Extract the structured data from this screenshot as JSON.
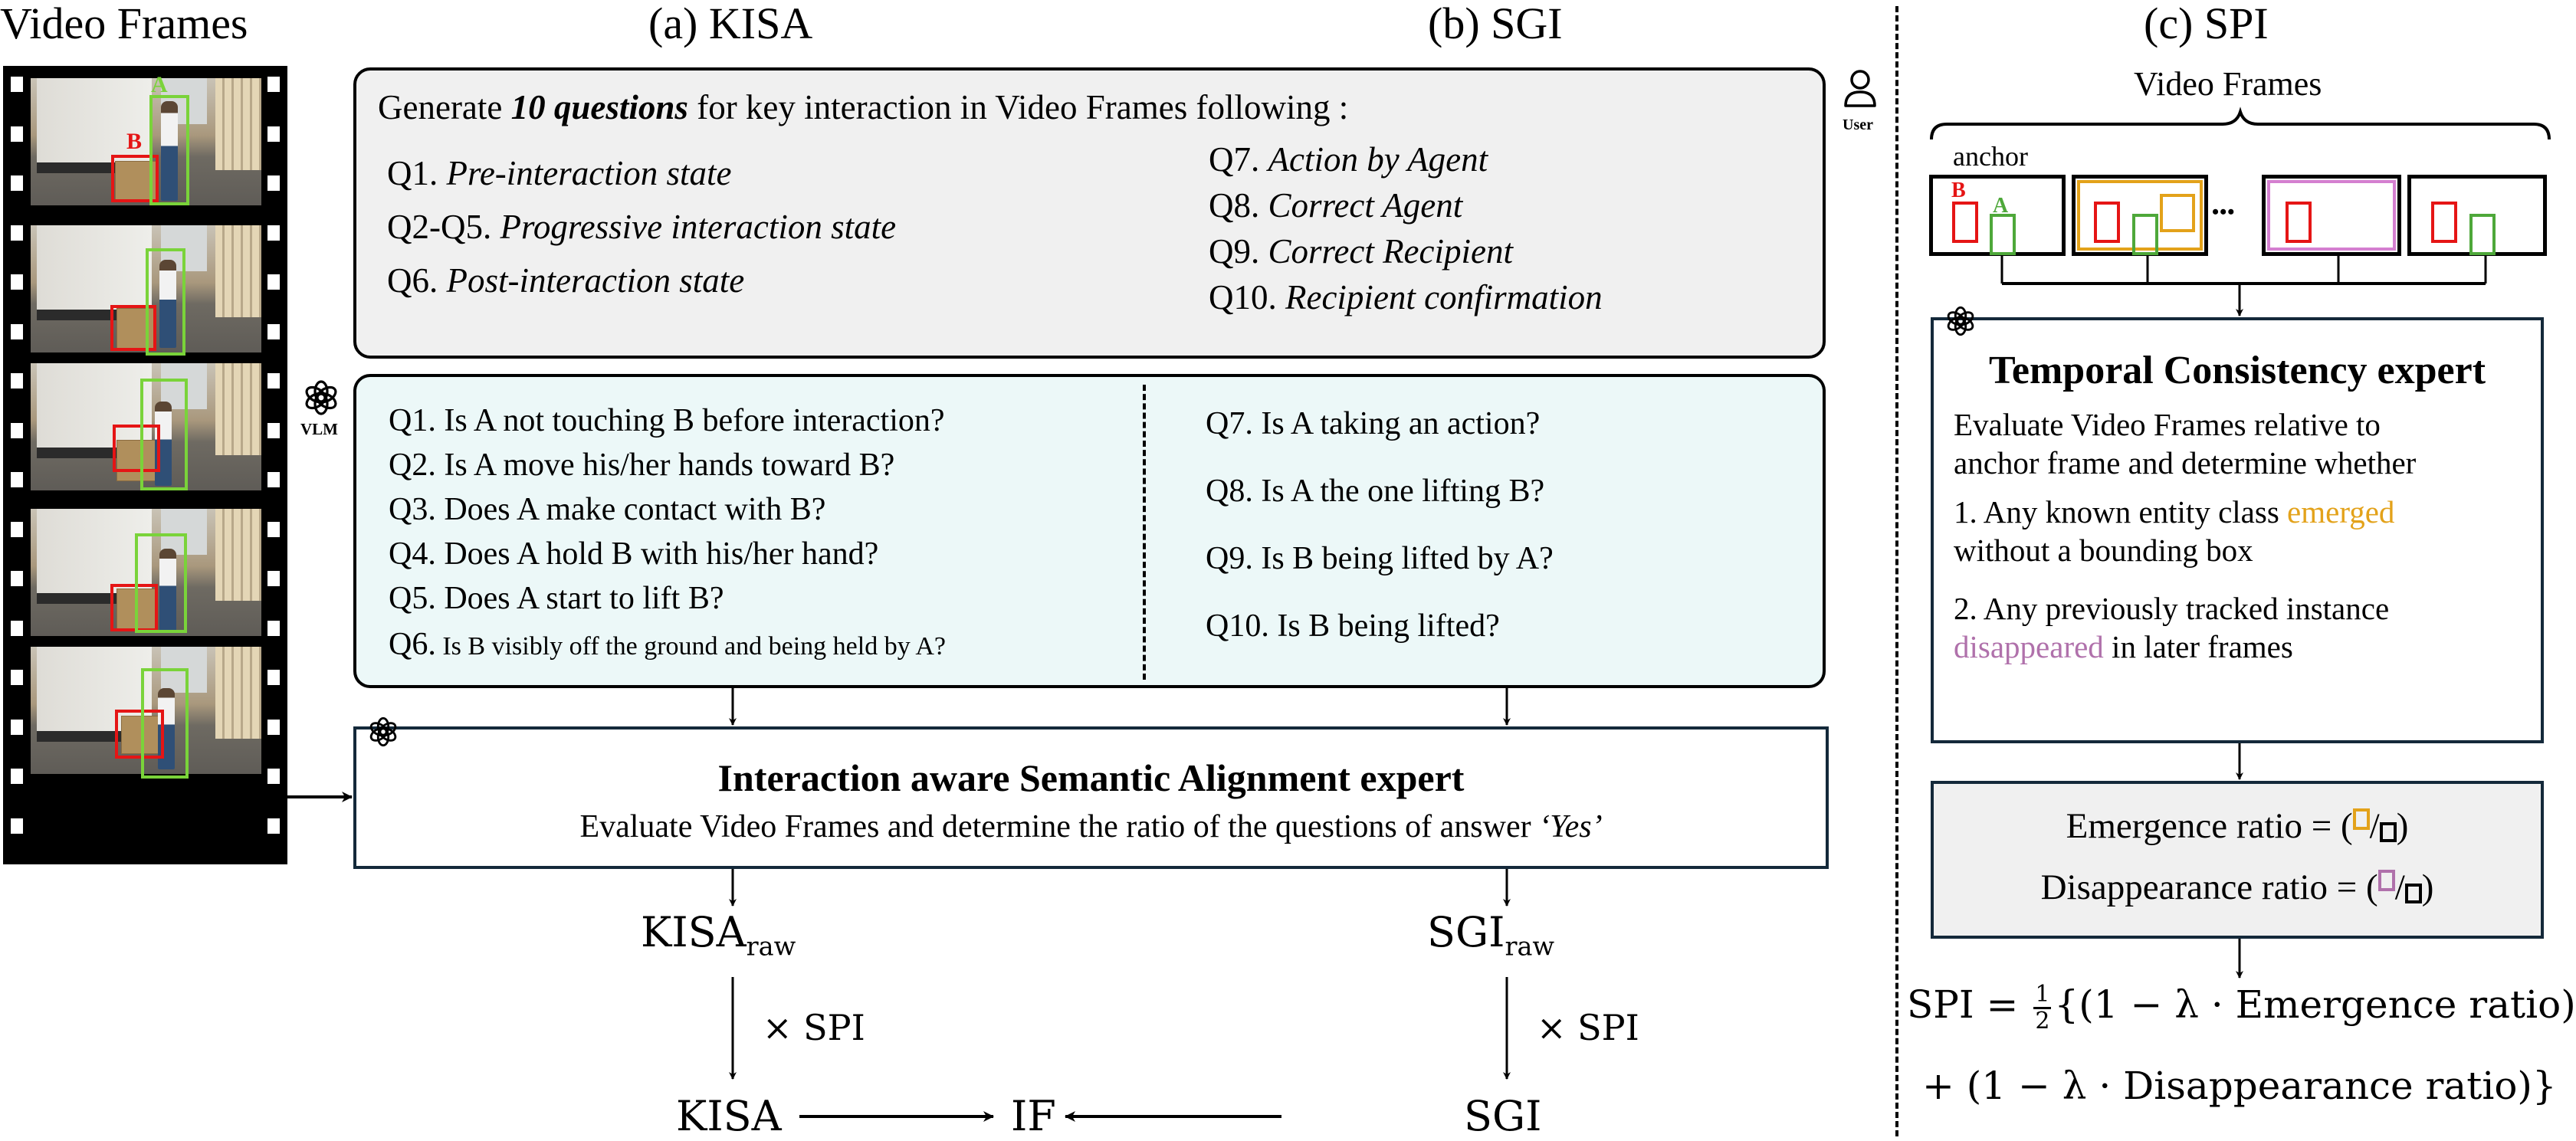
{
  "headers": {
    "video_frames": "Video Frames",
    "kisa": "(a) KISA",
    "sgi": "(b) SGI",
    "spi": "(c) SPI"
  },
  "colors": {
    "agent_box": "#7ad33a",
    "recipient_box": "#e51515",
    "emerged": "#e3a21a",
    "disappeared": "#b071ab",
    "prompt_bg": "#f0f0f0",
    "questions_bg": "#ecf8f8",
    "expert_border": "#14293a"
  },
  "film_strip": {
    "frames": [
      {
        "stage": "standing",
        "labels": {
          "agent": "A",
          "recipient": "B"
        }
      },
      {
        "stage": "reaching"
      },
      {
        "stage": "bending"
      },
      {
        "stage": "grasping"
      },
      {
        "stage": "lifting"
      }
    ]
  },
  "icons": {
    "user_label": "User",
    "vlm_label": "VLM"
  },
  "prompt": {
    "intro_prefix": "Generate ",
    "intro_emphasis": "10 questions",
    "intro_suffix": " for key interaction in Video Frames following :",
    "left_items": [
      {
        "id": "Q1.",
        "text": "Pre-interaction state"
      },
      {
        "id": "Q2-Q5.",
        "text": "Progressive interaction state"
      },
      {
        "id": "Q6.",
        "text": "Post-interaction state"
      }
    ],
    "right_items": [
      {
        "id": "Q7.",
        "text": "Action by Agent"
      },
      {
        "id": "Q8.",
        "text": "Correct Agent"
      },
      {
        "id": "Q9.",
        "text": "Correct Recipient"
      },
      {
        "id": "Q10.",
        "text": "Recipient confirmation"
      }
    ]
  },
  "questions": {
    "kisa": [
      "Q1. Is A not touching B before interaction?",
      "Q2. Is A move his/her hands toward B?",
      "Q3. Does A make contact with B?",
      "Q4. Does A hold B with his/her hand?",
      "Q5. Does A start to lift B?",
      "Q6. Is B visibly off the ground and being held by A?"
    ],
    "q6_prefix": "Q6.",
    "q6_text": " Is B visibly off the ground and being held by A?",
    "sgi": [
      "Q7. Is A taking an action?",
      "Q8. Is A the one lifting B?",
      "Q9. Is B being lifted by A?",
      "Q10. Is B being lifted?"
    ]
  },
  "semantic_expert": {
    "title": "Interaction aware Semantic Alignment expert",
    "desc_prefix": "Evaluate Video Frames and determine the ratio of the questions of answer ",
    "desc_emphasis": "‘Yes’"
  },
  "flow": {
    "kisa_raw_base": "KISA",
    "sgi_raw_base": "SGI",
    "raw_sub": "raw",
    "times_spi": "× SPI",
    "kisa": "KISA",
    "sgi": "SGI",
    "if": "IF"
  },
  "spi": {
    "frames_label": "Video Frames",
    "anchor_label": "anchor",
    "label_b": "B",
    "label_a": "A",
    "ellipsis": "•••",
    "tc_title": "Temporal Consistency expert",
    "tc_line1": "Evaluate Video Frames relative to",
    "tc_line2": "anchor frame and determine whether",
    "tc_item1_prefix": "1. Any known entity class ",
    "tc_item1_emph": "emerged",
    "tc_item1_line2": "without a bounding box",
    "tc_item2_line1": "2. Any previously tracked instance",
    "tc_item2_emph": "disappeared",
    "tc_item2_suffix": " in later frames",
    "emergence_label": "Emergence ratio = (",
    "disappearance_label": "Disappearance ratio = (",
    "slash": "/",
    "close_paren": ")",
    "formula_lhs": "SPI = ",
    "formula_num": "1",
    "formula_den": "2",
    "formula_line1": "{(1 − λ · Emergence ratio)",
    "formula_line2": "+ (1 − λ · Disappearance ratio)}"
  }
}
